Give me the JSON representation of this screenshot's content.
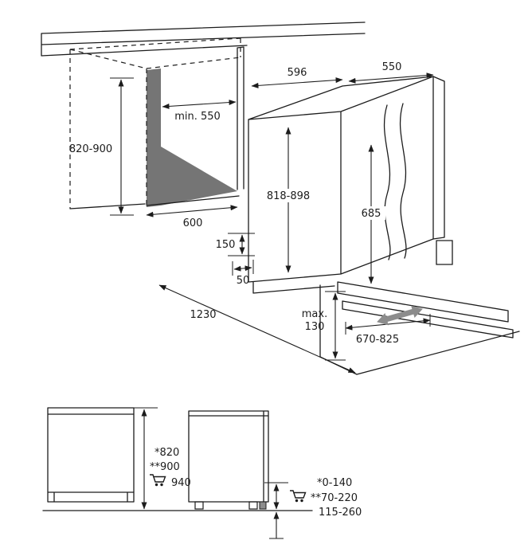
{
  "upper": {
    "top_width": "596",
    "top_depth": "550",
    "niche_depth_min": "min. 550",
    "niche_height": "820-900",
    "appliance_height": "818-898",
    "side_panel_height": "685",
    "niche_width": "600",
    "plinth_recess_height": "150",
    "plinth_setback": "50",
    "door_open_clearance": "1230",
    "plinth_max_label": "max.",
    "plinth_max_value": "130",
    "decor_panel_range": "670-825"
  },
  "lower": {
    "height_standard": "*820",
    "height_alternate": "**900",
    "height_with_trolley": "940",
    "plinth_standard": "*0-140",
    "plinth_alternate": "**70-220",
    "plinth_with_trolley": "115-260"
  },
  "icons": {
    "cart": "shopping-cart"
  },
  "colors": {
    "line": "#1c1c1c",
    "shade_gray": "#757575",
    "arrow_gray": "#8c8c8c",
    "background": "#ffffff"
  }
}
